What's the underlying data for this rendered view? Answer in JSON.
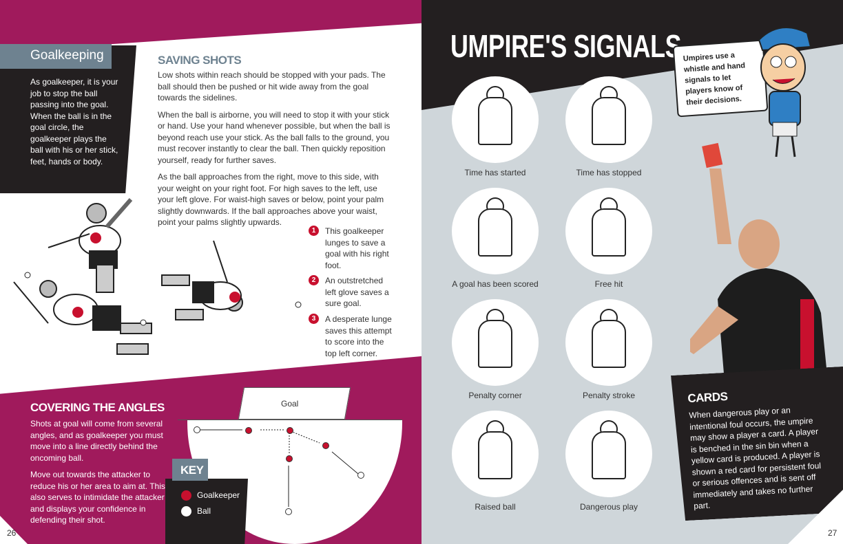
{
  "left_page": {
    "section_tab": "Goalkeeping",
    "intro": "As goalkeeper, it is your job to stop the ball passing into the goal. When the ball is in the goal circle, the goalkeeper plays the ball with his or her stick, feet, hands or body.",
    "saving_shots": {
      "title": "SAVING SHOTS",
      "paragraphs": [
        "Low shots within reach should be stopped with your pads. The ball should then be pushed or hit wide away from the goal towards the sidelines.",
        "When the ball is airborne, you will need to stop it with your stick or hand. Use your hand whenever possible, but when the ball is beyond reach use your stick. As the ball falls to the ground, you must recover instantly to clear the ball. Then quickly reposition yourself, ready for further saves.",
        "As the ball approaches from the right, move to this side, with your weight on your right foot. For high saves to the left, use your left glove. For waist-high saves or below, point your palm slightly downwards. If the ball approaches above your waist, point your palms slightly upwards."
      ]
    },
    "callouts": [
      {
        "num": "1",
        "text": "This goalkeeper lunges to save a goal with his right foot."
      },
      {
        "num": "2",
        "text": "An outstretched left glove saves a sure goal."
      },
      {
        "num": "3",
        "text": "A desperate lunge saves this attempt to score into the top left corner."
      }
    ],
    "covering": {
      "title": "COVERING THE ANGLES",
      "paragraphs": [
        "Shots at goal will come from several angles, and as goalkeeper you must move into a line directly behind the oncoming ball.",
        "Move out towards the attacker to reduce his or her area to aim at. This also serves to intimidate the attacker and displays your confidence in defending their shot."
      ]
    },
    "diagram": {
      "goal_label": "Goal"
    },
    "key": {
      "title": "KEY",
      "items": [
        {
          "label": "Goalkeeper",
          "color": "#c8102e"
        },
        {
          "label": "Ball",
          "color": "#ffffff"
        }
      ]
    },
    "page_number": "26"
  },
  "right_page": {
    "title": "UMPIRE'S SIGNALS",
    "speech": "Umpires use a whistle and hand signals to let players know of their decisions.",
    "signals": [
      "Time has started",
      "Time has stopped",
      "A goal has been scored",
      "Free hit",
      "Penalty corner",
      "Penalty stroke",
      "Raised ball",
      "Dangerous play"
    ],
    "cards": {
      "title": "CARDS",
      "text": "When dangerous play or an intentional foul occurs, the umpire may show a player a card. A player is benched in the sin bin when a yellow card is produced. A player is shown a red card for persistent foul or serious offences and is sent off immediately and takes no further part."
    },
    "page_number": "27"
  },
  "colors": {
    "magenta": "#a01a5c",
    "black": "#231f20",
    "slate": "#6e8290",
    "grey_bg": "#cfd6da",
    "red": "#c8102e"
  }
}
